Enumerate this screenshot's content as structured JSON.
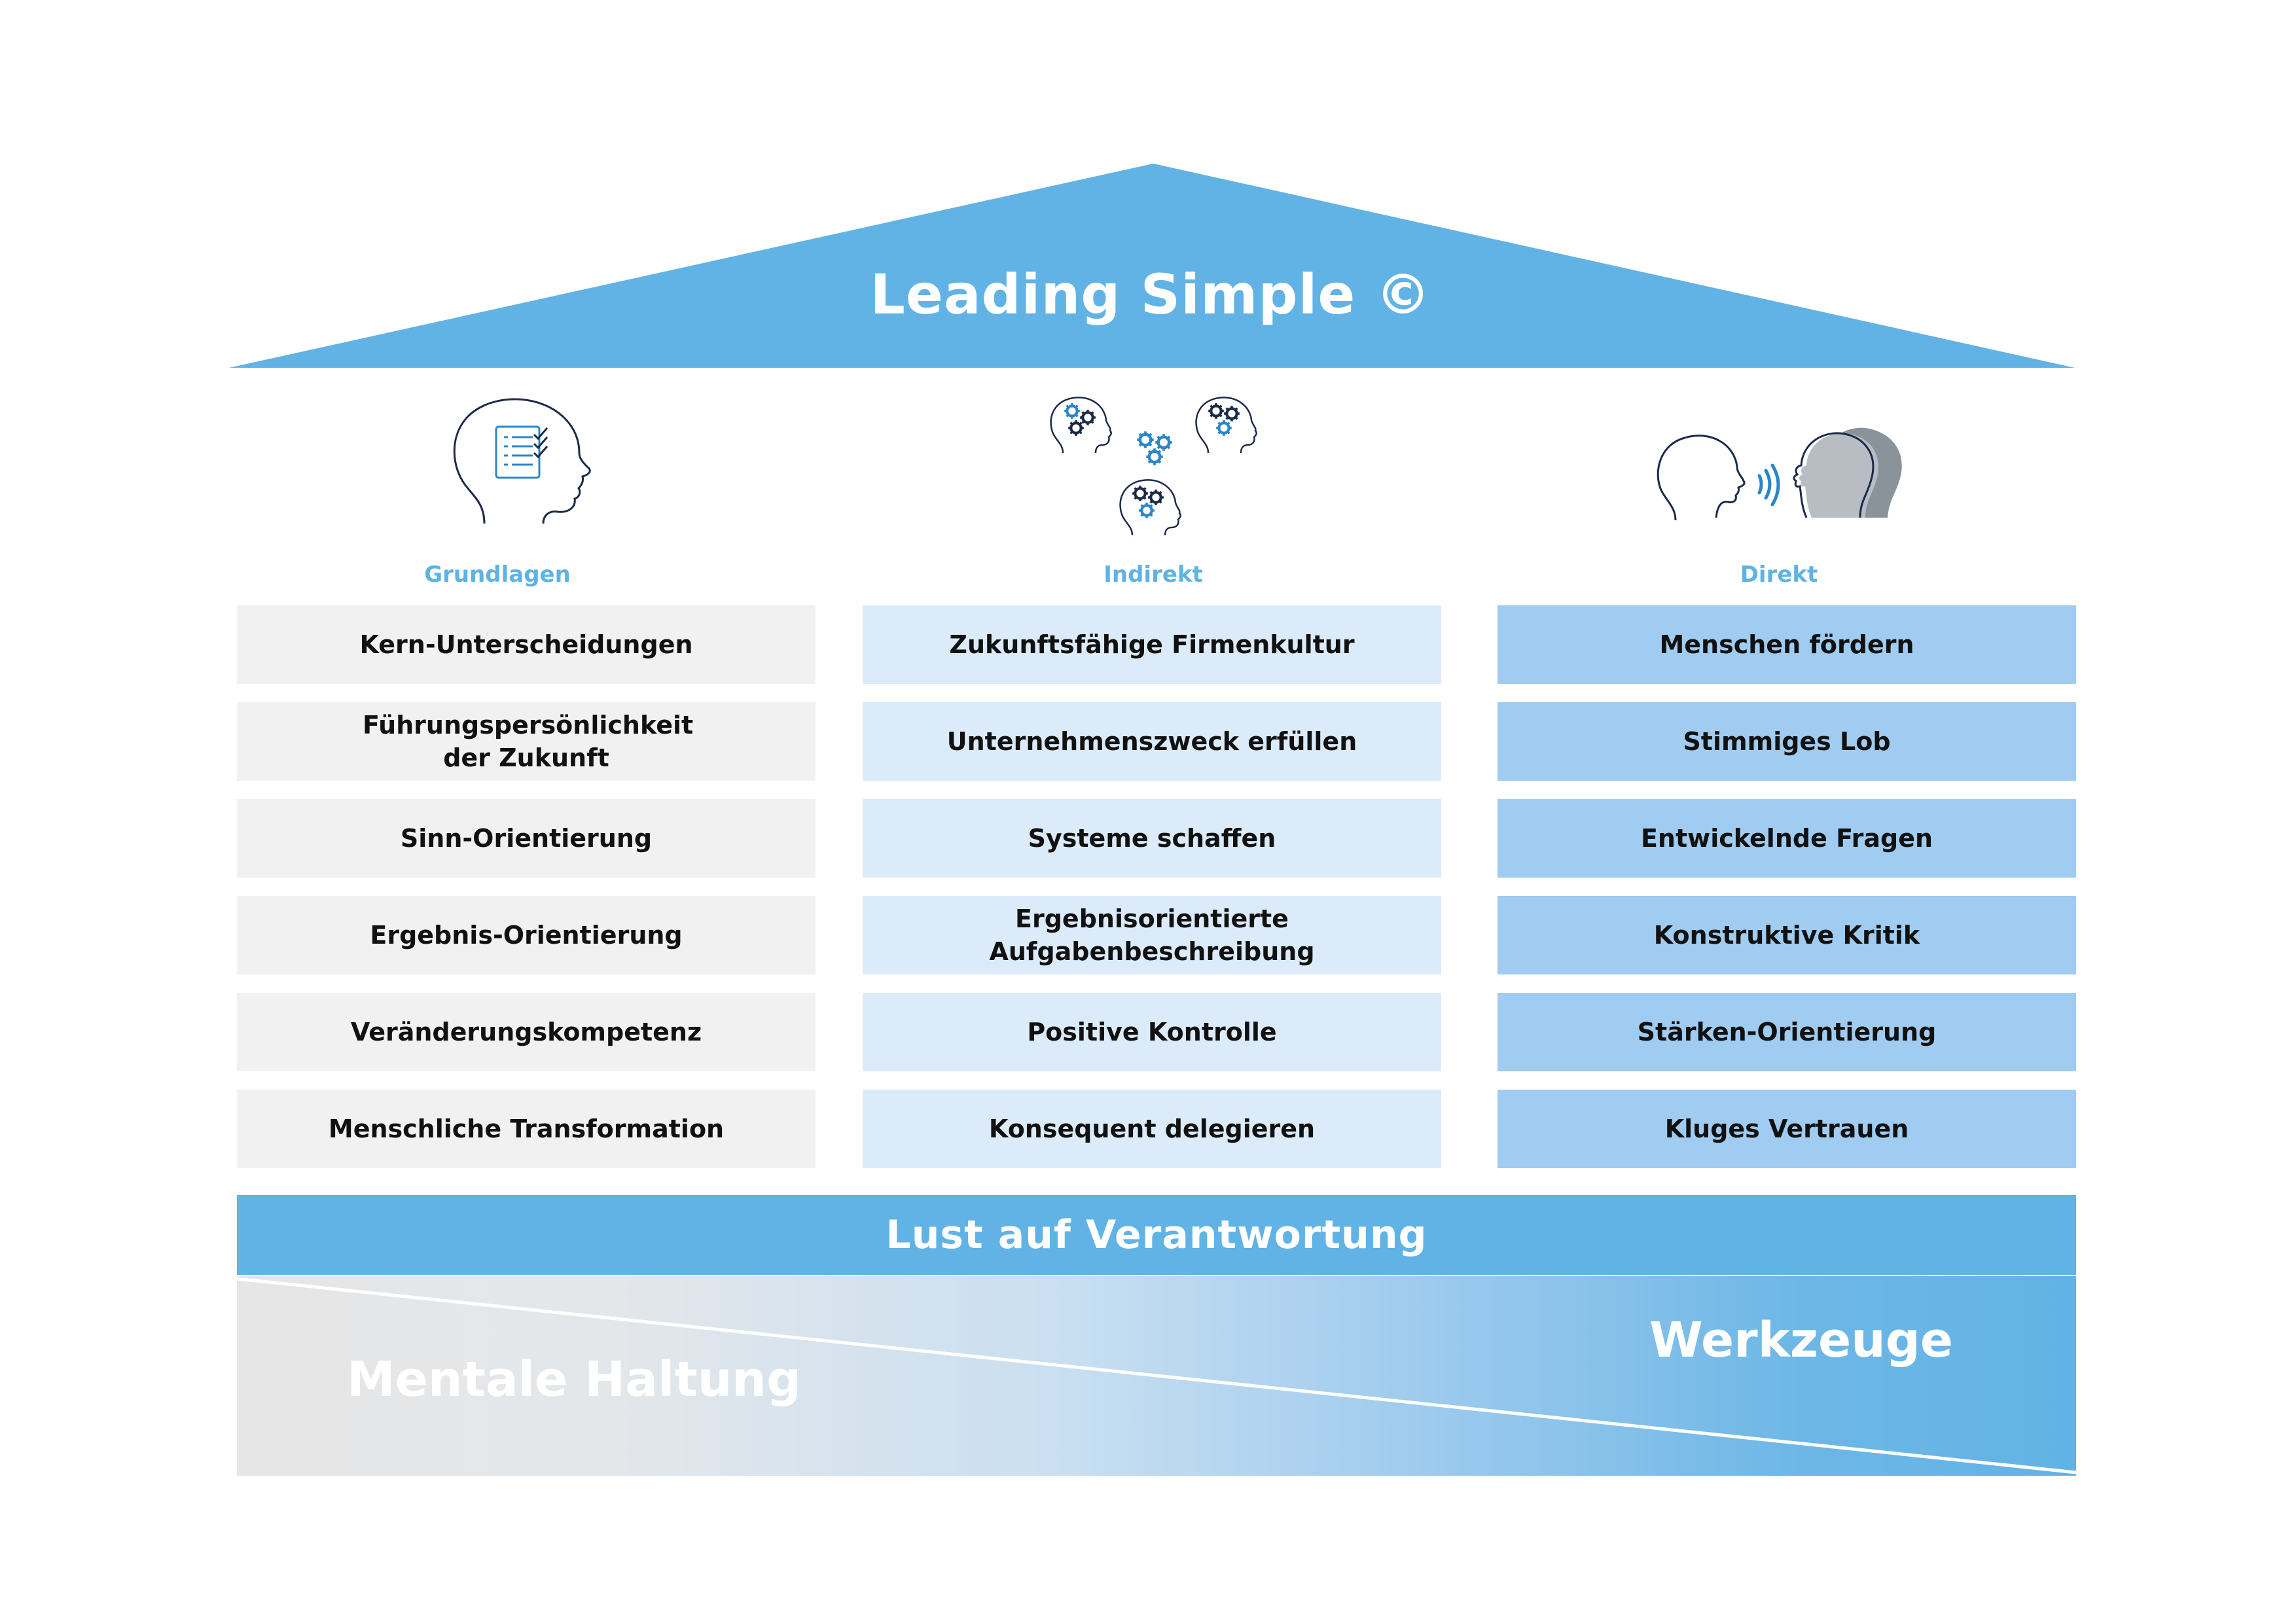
{
  "house": {
    "title": "Leading Simple ©",
    "colors": {
      "roof": "#61b3e5",
      "grundlagen_cells": "#f1f1f1",
      "indirekt_cells": "#dcebf9",
      "direkt_cells": "#9fccf0",
      "heading_text": "#5fb3e4",
      "foundation_band": "#61b3e5",
      "base_gradient_left": "#e6e6e6",
      "base_gradient_right": "#61b3e5"
    }
  },
  "columns": {
    "grundlagen": {
      "heading": "Grundlagen",
      "icon": "head-with-checklist-icon",
      "items": [
        "Kern-Unterscheidungen",
        "Führungspersönlichkeit der Zukunft",
        "Sinn-Orientierung",
        "Ergebnis-Orientierung",
        "Veränderungskompetenz",
        "Menschliche Transformation"
      ]
    },
    "indirekt": {
      "heading": "Indirekt",
      "icon": "heads-with-gears-icon",
      "items": [
        "Zukunftsfähige Firmenkultur",
        "Unternehmenszweck erfüllen",
        "Systeme schaffen",
        "Ergebnisorientierte Aufgabenbeschreibung",
        "Positive Kontrolle",
        "Konsequent delegieren"
      ]
    },
    "direkt": {
      "heading": "Direkt",
      "icon": "speaking-heads-icon",
      "items": [
        "Menschen fördern",
        "Stimmiges Lob",
        "Entwickelnde Fragen",
        "Konstruktive Kritik",
        "Stärken-Orientierung",
        "Kluges Vertrauen"
      ]
    }
  },
  "foundation": {
    "band": "Lust auf Verantwortung",
    "left_label": "Mentale Haltung",
    "right_label": "Werkzeuge"
  }
}
